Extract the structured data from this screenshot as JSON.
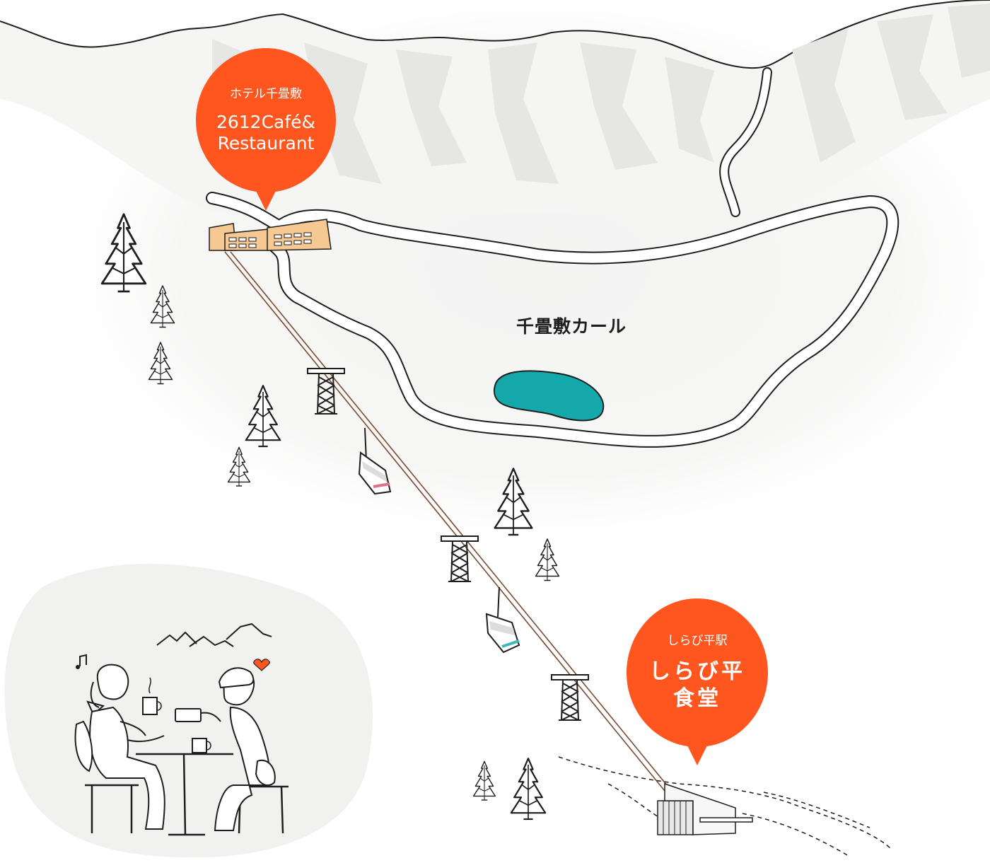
{
  "colors": {
    "accent": "#ff5620",
    "pond": "#15a8ab",
    "hotel_building": "#f6c993",
    "ink": "#1e1e1e",
    "snow": "#e9e9e9",
    "gondola_red_trim": "#e0708a",
    "gondola_teal_trim": "#3fb8b5"
  },
  "map": {
    "cirque_label": "千畳敷カール"
  },
  "locations": {
    "hotel": {
      "station_name": "ホテル千畳敷",
      "restaurant": "2612Café&Restaurant"
    },
    "shirabidaira": {
      "station_name": "しらび平駅",
      "restaurant": "しらび平\n食堂"
    }
  }
}
